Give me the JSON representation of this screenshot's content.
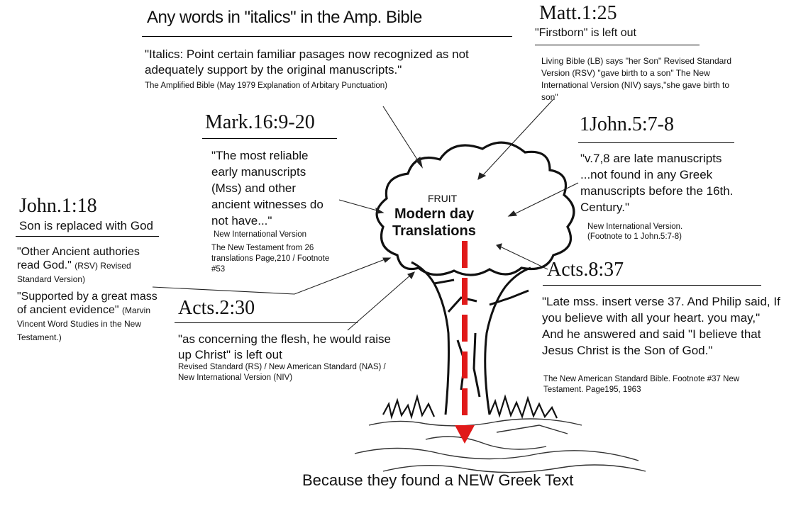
{
  "italics": {
    "title": "Any words in \"italics\" in the Amp. Bible",
    "quote": "\"Italics: Point certain familiar pasages now recognized as not adequately support by the original manuscripts.\"",
    "source": "The Amplified Bible (May 1979  Explanation of Arbitary Punctuation)"
  },
  "matt": {
    "title": "Matt.1:25",
    "subtitle": "\"Firstborn\" is left out",
    "notes": "Living Bible (LB) says \"her Son\" Revised Standard Version (RSV) \"gave birth to a son\" The New International Version (NIV) says,\"she gave birth to son\""
  },
  "mark": {
    "title": "Mark.16:9-20",
    "quote": "\"The most reliable early manuscripts (Mss) and other ancient witnesses do not have...\"",
    "source1": "New International Version",
    "source2": "The New Testament from 26 translations Page,210 / Footnote #53"
  },
  "john5": {
    "title": "1John.5:7-8",
    "quote": "\"v.7,8 are late manuscripts ...not found in any Greek manuscripts before the 16th. Century.\"",
    "source1": "New International Version.",
    "source2": "(Footnote to 1 John.5:7-8)"
  },
  "john1": {
    "title": "John.1:18",
    "subtitle": "Son is replaced with God",
    "quote1": "\"Other Ancient authories read God.\"",
    "quote1_src": "(RSV) Revised Standard Version)",
    "quote2": "\"Supported by a great mass of ancient evidence\"",
    "quote2_src": "(Marvin Vincent Word Studies in the New Testament.)"
  },
  "acts2": {
    "title": "Acts.2:30",
    "quote": "\"as concerning the flesh, he would raise up Christ\" is left out",
    "source": "Revised Standard (RS) / New American Standard (NAS) / New International Version (NIV)"
  },
  "acts8": {
    "title": "Acts.8:37",
    "quote": "\"Late mss. insert verse 37. And Philip said, If you believe with all your heart. you may,\" And he answered and said \"I believe that Jesus Christ is the Son of God.\"",
    "source": "The New American Standard Bible. Footnote #37 New Testament. Page195, 1963"
  },
  "tree": {
    "fruit_label": "FRUIT",
    "line1": "Modern day",
    "line2": "Translations",
    "arrow_color": "#e01a1a"
  },
  "footer": "Because they found a NEW Greek Text"
}
